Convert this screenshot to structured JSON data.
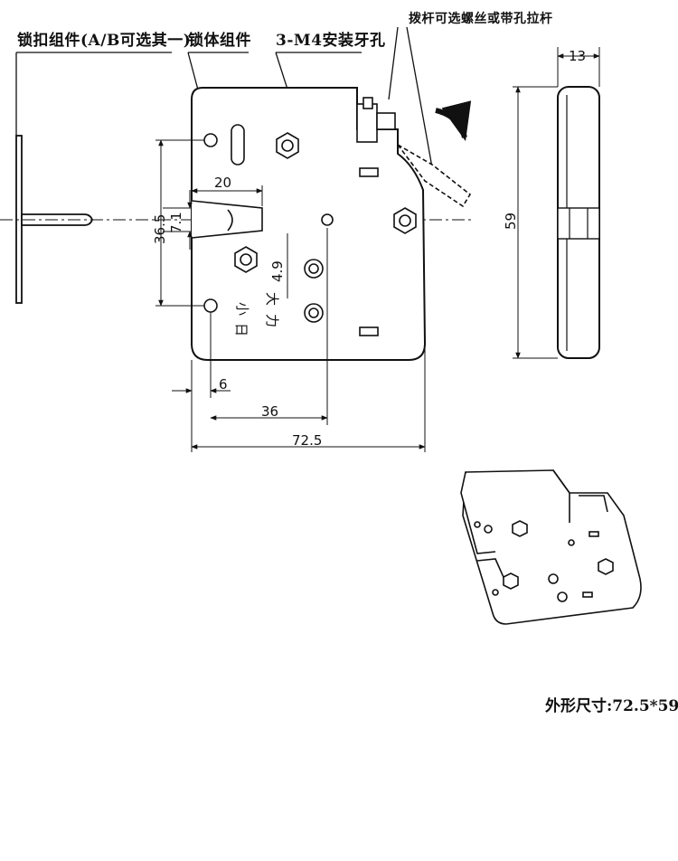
{
  "callouts": {
    "latch": "锁扣组件(A/B可选其一)",
    "body": "锁体组件",
    "holes": "3-M4安装牙孔",
    "lever": "拨杆可选螺丝或带孔拉杆"
  },
  "dimensions": {
    "d20": "20",
    "d7_1": "7.1",
    "d36_5": "36.5",
    "d4_9": "4.9",
    "d6": "6",
    "d36": "36",
    "d72_5": "72.5",
    "d13": "13",
    "d59": "59"
  },
  "markings": {
    "small": "小",
    "big": "大",
    "sun": "日",
    "force": "力"
  },
  "footer": {
    "size": "外形尺寸:72.5*59"
  }
}
